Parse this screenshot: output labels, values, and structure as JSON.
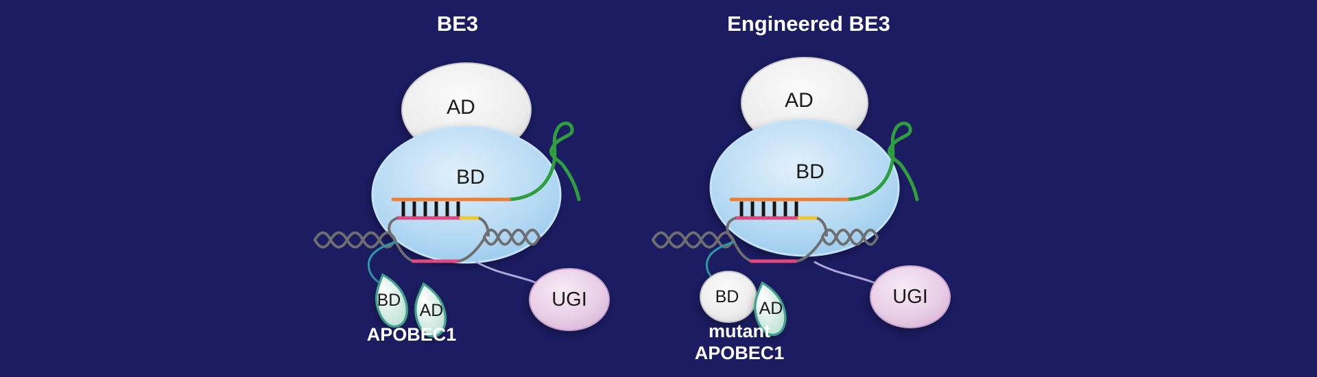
{
  "palette": {
    "background": "#1b1c62",
    "cas9_blue": "#a9d2f0",
    "deaminase_gray": "#ececec",
    "sgrna_orange": "#ed7d31",
    "scaffold_green": "#2e9e3e",
    "dna_gray": "#6e6e6e",
    "edited_strand_pink": "#e0487e",
    "pam_yellow": "#edc72c",
    "apobec_teal_stroke": "#3fa08c",
    "apobec_teal_fill": "#cfe7df",
    "ugi_pink": "#e3c3e0",
    "linker_teal": "#2a9aa8",
    "linker_lavender": "#aea6d6",
    "basepair_black": "#161616",
    "label_black": "#1a1a1a",
    "label_white": "#ffffff"
  },
  "panels": [
    {
      "title": "BE3",
      "complex": {
        "ad": "AD",
        "bd": "BD"
      },
      "apobec1": {
        "bd": "BD",
        "ad": "AD",
        "caption_lines": [
          "APOBEC1"
        ]
      },
      "ugi": "UGI"
    },
    {
      "title": "Engineered BE3",
      "complex": {
        "ad": "AD",
        "bd": "BD"
      },
      "apobec1": {
        "bd": "BD",
        "ad": "AD",
        "caption_lines": [
          "mutant",
          "APOBEC1"
        ]
      },
      "ugi": "UGI"
    }
  ]
}
